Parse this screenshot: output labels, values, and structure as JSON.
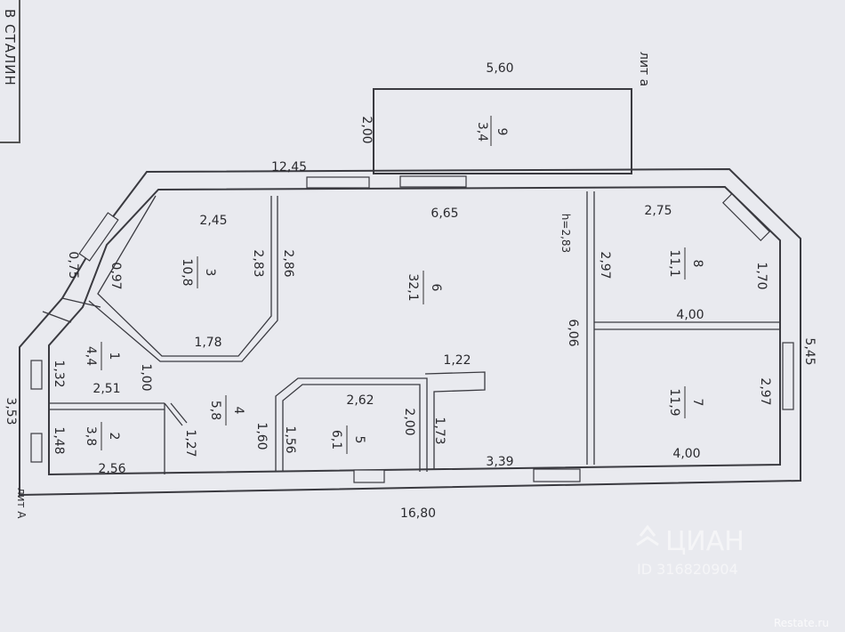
{
  "stamp": "В СТАЛИН",
  "lit_label": "лит а",
  "lit_label_2": "лит А",
  "watermark": {
    "brand": "ЦИАН",
    "id": "ID 316820904"
  },
  "site": "Restate.ru",
  "rooms": [
    {
      "num": "1",
      "area": "4,4"
    },
    {
      "num": "2",
      "area": "3,8"
    },
    {
      "num": "3",
      "area": "10,8"
    },
    {
      "num": "4",
      "area": "5,8"
    },
    {
      "num": "5",
      "area": "6,1"
    },
    {
      "num": "6",
      "area": "32,1"
    },
    {
      "num": "7",
      "area": "11,9"
    },
    {
      "num": "8",
      "area": "11,1"
    },
    {
      "num": "9",
      "area": "3,4"
    }
  ],
  "dims": [
    "5,60",
    "2,00",
    "12,45",
    "2,45",
    "6,65",
    "2,75",
    "h=2,83",
    "0,75",
    "0,97",
    "2,83",
    "2,86",
    "2,97",
    "1,70",
    "6,06",
    "4,00",
    "5,45",
    "1,78",
    "1,22",
    "1,32",
    "1,00",
    "2,51",
    "2,62",
    "2,00",
    "2,97",
    "1,73",
    "3,53",
    "1,60",
    "1,56",
    "1,48",
    "1,27",
    "2,56",
    "3,39",
    "4,00",
    "16,80"
  ]
}
